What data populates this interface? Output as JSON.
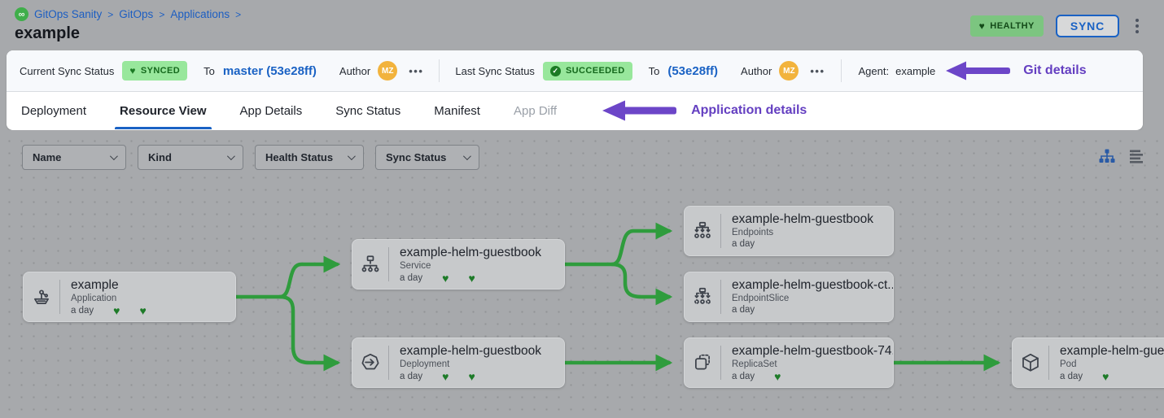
{
  "header": {
    "breadcrumb": {
      "items": [
        "GitOps Sanity",
        "GitOps",
        "Applications"
      ],
      "separator": ">"
    },
    "title": "example",
    "health_badge": "HEALTHY",
    "sync_button": "SYNC"
  },
  "status_bar": {
    "current": {
      "label": "Current Sync Status",
      "badge": "SYNCED",
      "to_label": "To",
      "revision": "master (53e28ff)",
      "author_label": "Author",
      "author_initials": "MZ"
    },
    "last": {
      "label": "Last Sync Status",
      "badge": "SUCCEEDED",
      "to_label": "To",
      "revision": "(53e28ff)",
      "author_label": "Author",
      "author_initials": "MZ"
    },
    "agent": {
      "label": "Agent:",
      "value": "example"
    },
    "annotation": "Git details"
  },
  "tabs": {
    "items": [
      {
        "label": "Deployment"
      },
      {
        "label": "Resource View",
        "state": "active"
      },
      {
        "label": "App Details"
      },
      {
        "label": "Sync Status"
      },
      {
        "label": "Manifest"
      },
      {
        "label": "App Diff",
        "state": "disabled"
      }
    ],
    "annotation": "Application details"
  },
  "filters": {
    "dropdowns": [
      "Name",
      "Kind",
      "Health Status",
      "Sync Status"
    ]
  },
  "nodes": [
    {
      "title": "example",
      "kind": "Application",
      "age": "a day",
      "hearts": 2
    },
    {
      "title": "example-helm-guestbook",
      "kind": "Service",
      "age": "a day",
      "hearts": 2
    },
    {
      "title": "example-helm-guestbook",
      "kind": "Deployment",
      "age": "a day",
      "hearts": 2
    },
    {
      "title": "example-helm-guestbook",
      "kind": "Endpoints",
      "age": "a day",
      "hearts": 0
    },
    {
      "title": "example-helm-guestbook-ct...",
      "kind": "EndpointSlice",
      "age": "a day",
      "hearts": 0
    },
    {
      "title": "example-helm-guestbook-74...",
      "kind": "ReplicaSet",
      "age": "a day",
      "hearts": 1
    },
    {
      "title": "example-helm-guest",
      "kind": "Pod",
      "age": "a day",
      "hearts": 1
    }
  ],
  "icons": {
    "heart": "♥",
    "check": "✓",
    "logo_glyph": "∞"
  },
  "colors": {
    "accent_blue": "#1a62c4",
    "badge_green_bg": "#98e79c",
    "badge_green_text": "#15691d",
    "health_green_bg": "#7cc580",
    "connector_green": "#2f9c3d",
    "annotation_purple": "#643fc1",
    "avatar_orange": "#f2b33d"
  }
}
